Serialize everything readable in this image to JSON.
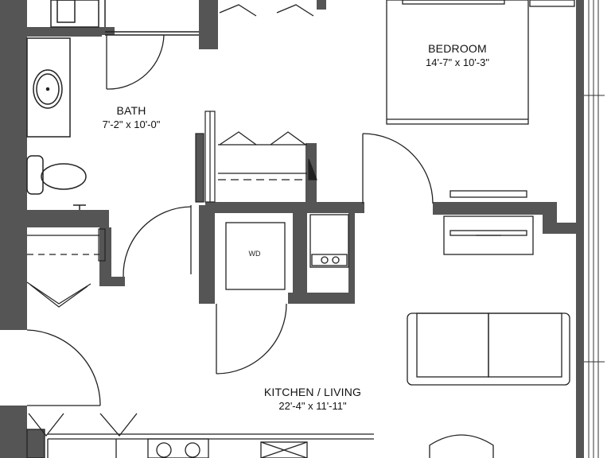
{
  "rooms": {
    "bath": {
      "name": "BATH",
      "dims": "7'-2\" x 10'-0\""
    },
    "bedroom": {
      "name": "BEDROOM",
      "dims": "14'-7\" x 10'-3\""
    },
    "kitchen_living": {
      "name": "KITCHEN / LIVING",
      "dims": "22'-4\" x 11'-11\""
    }
  },
  "appliances": {
    "washer_dryer": "WD"
  },
  "colors": {
    "wall": "#555555",
    "line": "#222222",
    "background": "#ffffff"
  }
}
